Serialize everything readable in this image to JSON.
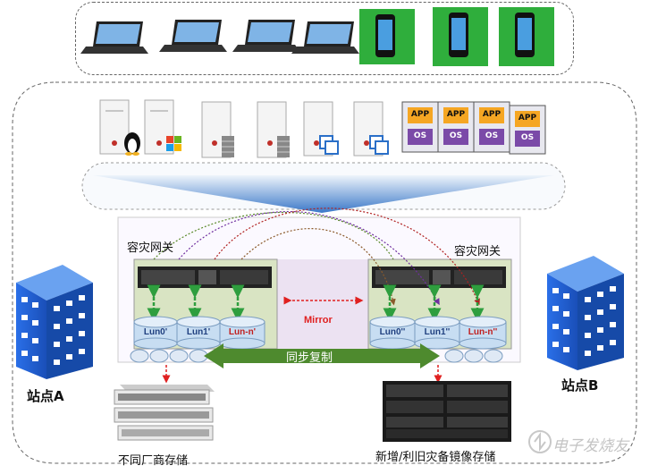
{
  "gateway_left": "容灾网关",
  "gateway_right": "容灾网关",
  "mirror_label": "Mirror",
  "sync_label": "同步复制",
  "site_a": "站点A",
  "site_b": "站点B",
  "storage_left_label": "不同厂商存储",
  "storage_right_label": "新增/利旧灾备镜像存储",
  "luns_left": [
    "Lun0'",
    "Lun1'",
    "Lun-n'"
  ],
  "luns_right": [
    "Lun0''",
    "Lun1''",
    "Lun-n''"
  ],
  "vm_app_label": "APP",
  "vm_os_label": "OS",
  "watermark": "电子发烧友",
  "colors": {
    "building_blue": "#1f5fd6",
    "sync_arrow": "#4e8a2e",
    "gateway_panel": "#d9e4c3",
    "lun_cylinder": "#c7ddf2",
    "mirror_arrow": "#e02020",
    "connector_green": "#2e9e3e"
  }
}
